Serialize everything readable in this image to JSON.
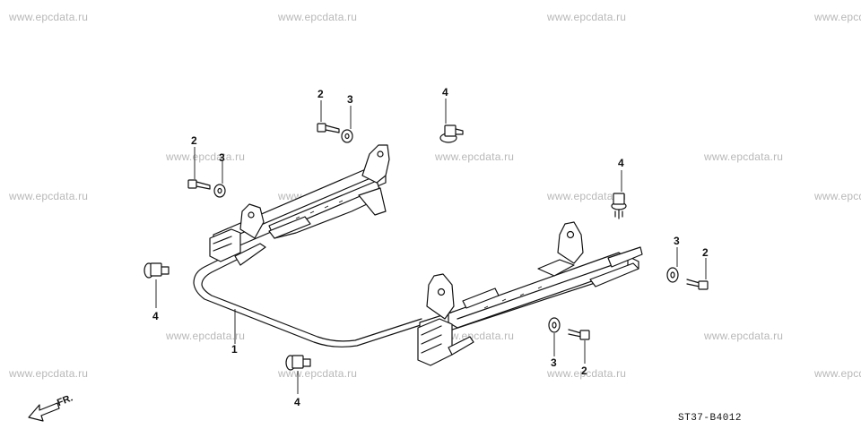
{
  "watermark": "www.epcdata.ru",
  "diagram_code": "ST37-B4012",
  "direction_label": "FR.",
  "callouts": {
    "rail_frame": "1",
    "bolt": "2",
    "washer": "3",
    "bolt_flange": "4"
  }
}
